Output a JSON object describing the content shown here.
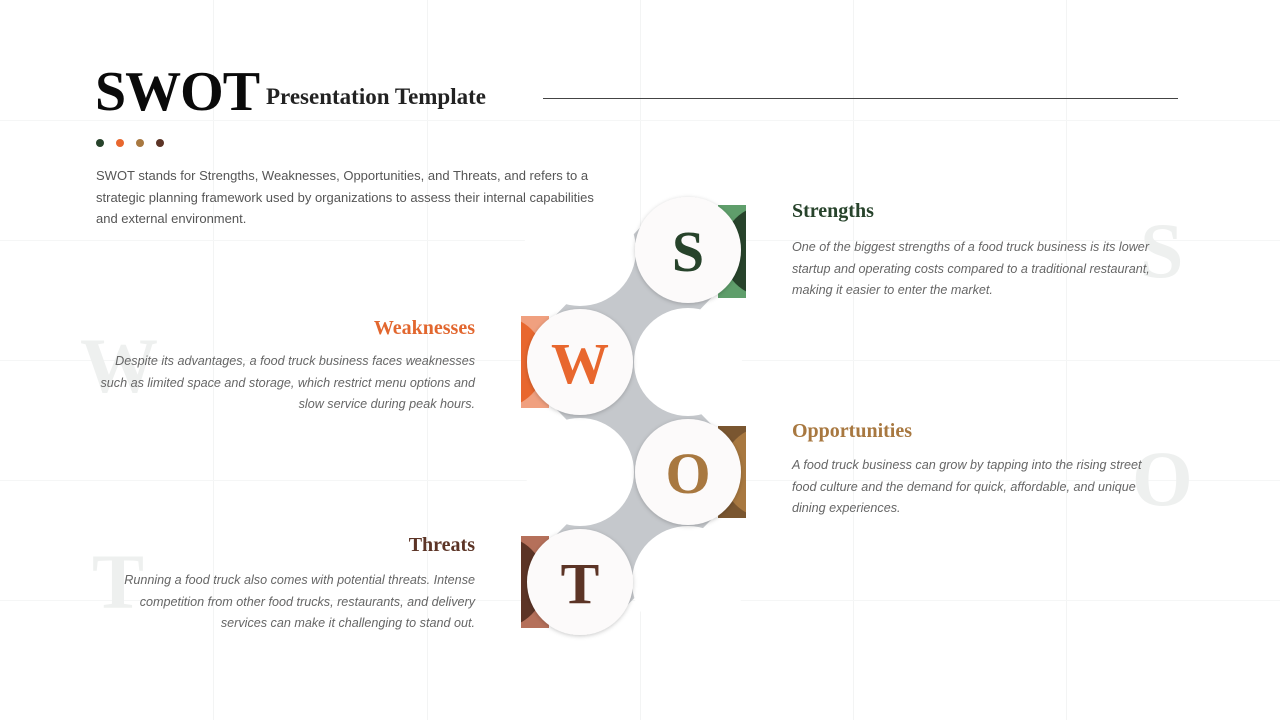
{
  "header": {
    "title": "SWOT",
    "subtitle": "Presentation Template",
    "intro": "SWOT stands for Strengths, Weaknesses, Opportunities, and Threats, and refers to a strategic planning framework used by organizations to assess their internal capabilities and external environment."
  },
  "palette": {
    "strengths": "#27432b",
    "weaknesses": "#e8672e",
    "opportunities": "#a87840",
    "threats": "#5c3426"
  },
  "sections": {
    "strengths": {
      "letter": "S",
      "title": "Strengths",
      "body": "One of the biggest strengths of a food truck business is its lower startup and operating costs compared to a traditional restaurant, making it easier to enter the market."
    },
    "weaknesses": {
      "letter": "W",
      "title": "Weaknesses",
      "body": "Despite its advantages, a food truck business faces weaknesses such as limited space and storage, which restrict menu options and slow service during peak hours."
    },
    "opportunities": {
      "letter": "O",
      "title": "Opportunities",
      "body": "A food truck business can grow by tapping into the rising street food culture and the demand for quick, affordable, and unique dining experiences."
    },
    "threats": {
      "letter": "T",
      "title": "Threats",
      "body": "Running a food truck also comes with potential threats. Intense competition from other food trucks, restaurants, and delivery services can make it challenging to stand out."
    }
  }
}
